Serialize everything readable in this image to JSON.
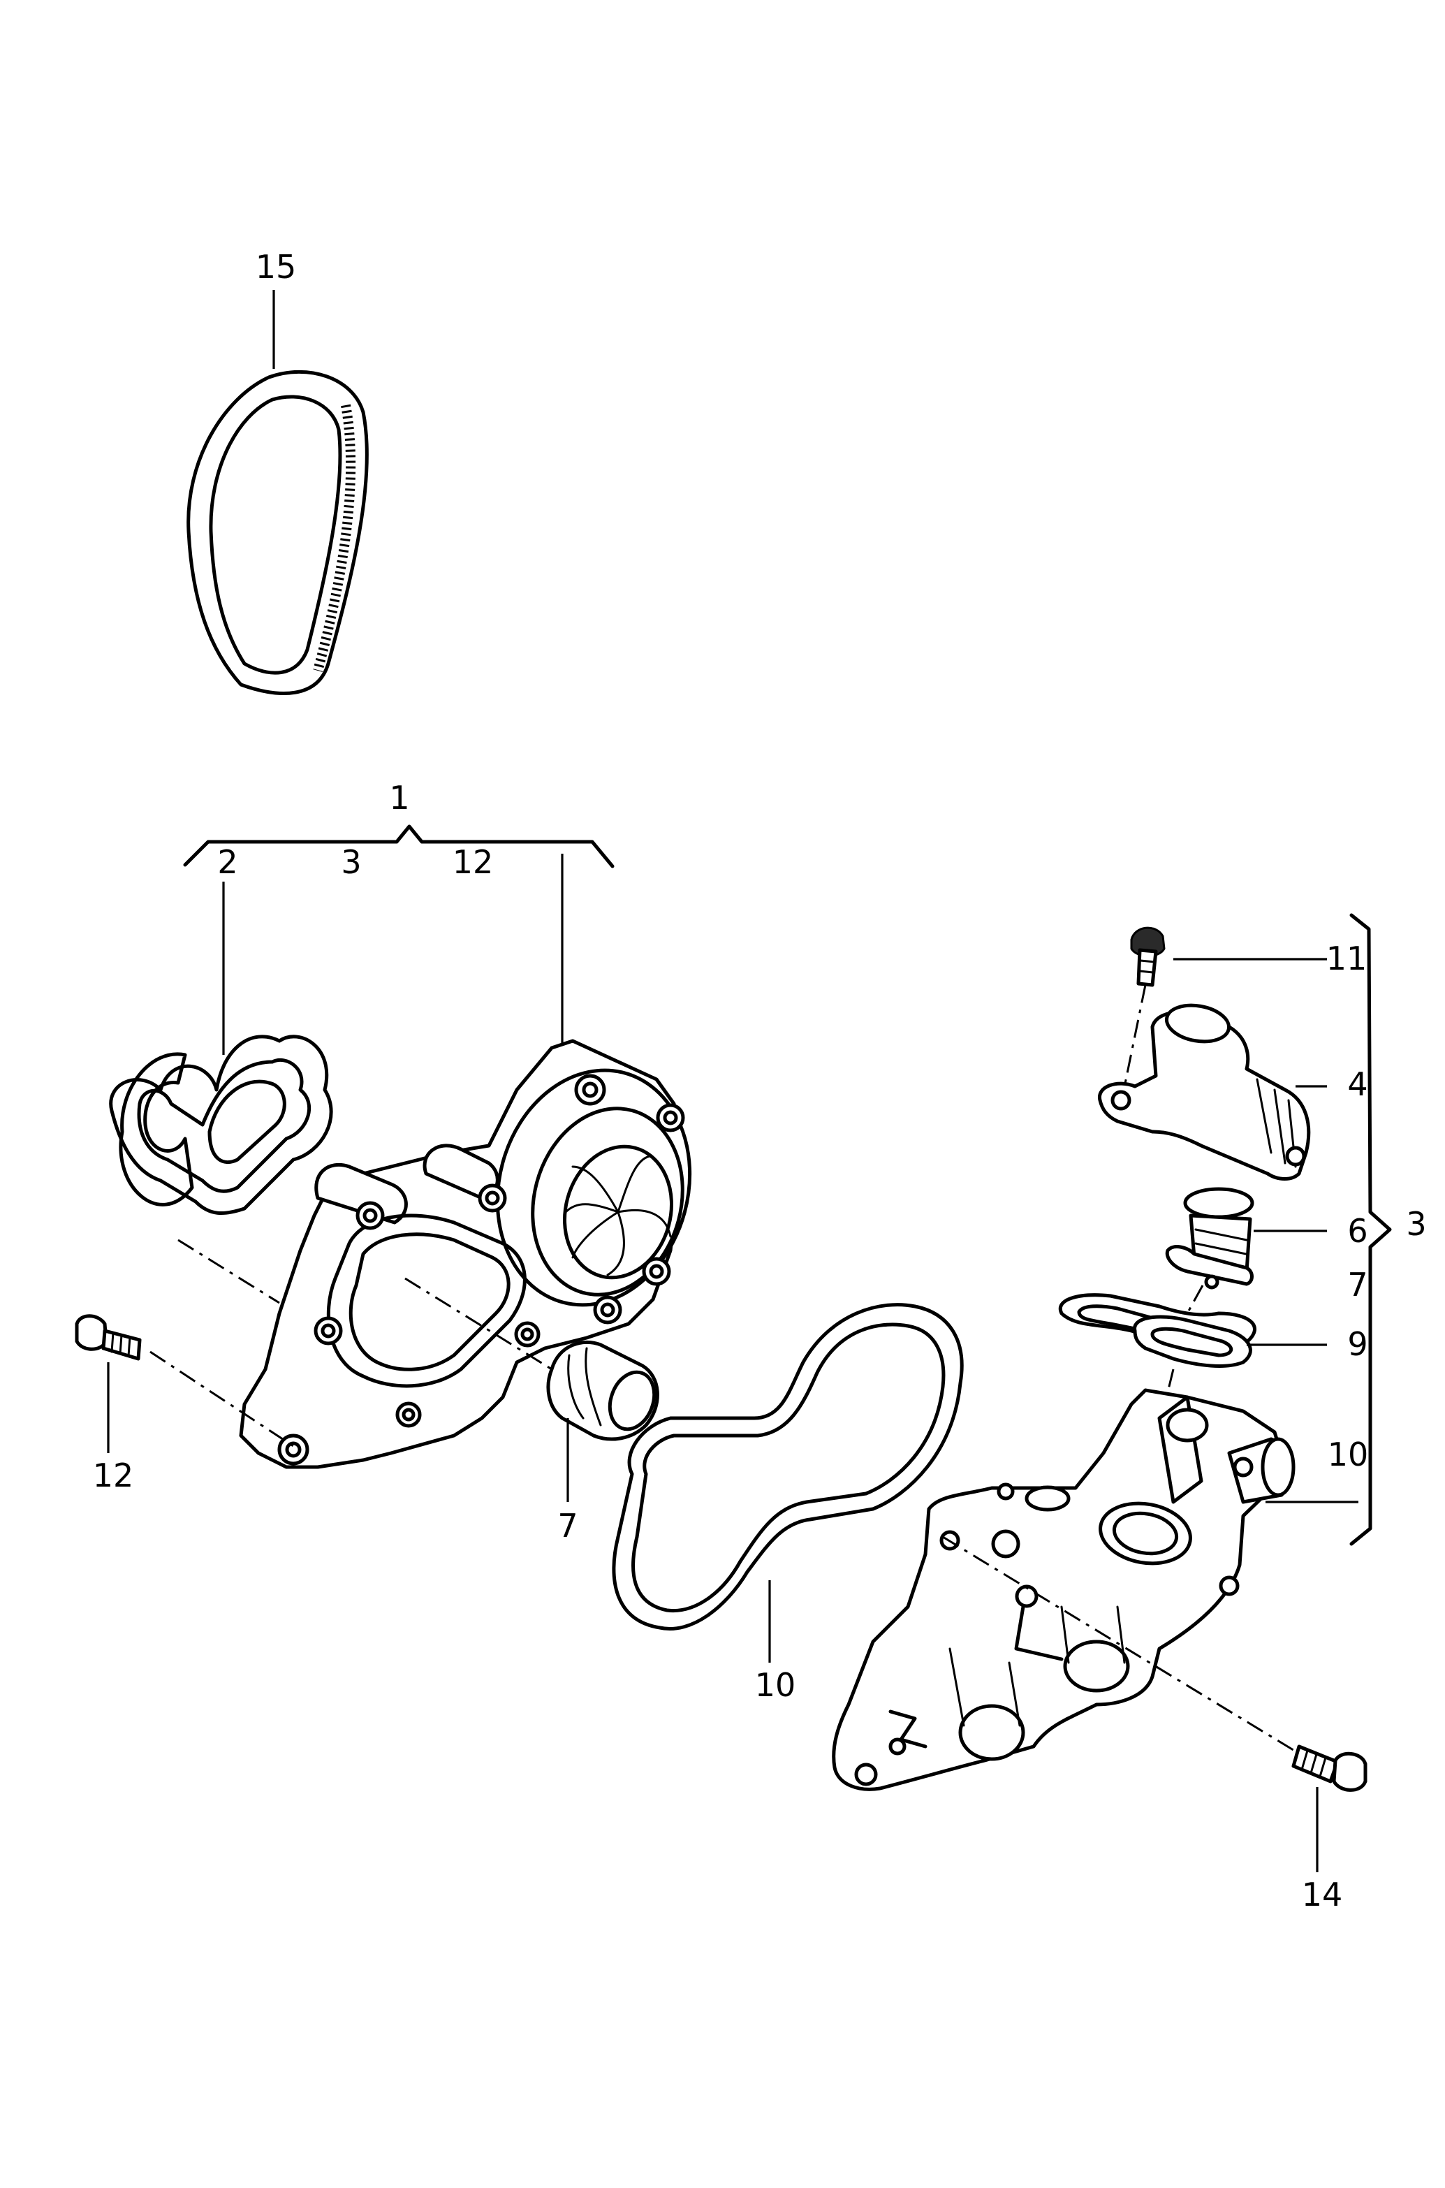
{
  "callouts": {
    "belt": "15",
    "kit_group": "1",
    "kit_gasket": "2",
    "kit_pump": "3",
    "kit_bolt": "12",
    "housing_group": "3",
    "bolt_top": "11",
    "flange": "4",
    "thermostat": "6",
    "seal_ring_right": "7",
    "gasket_small": "9",
    "housing_right": "10",
    "bolt_left": "12",
    "seal_ring_left": "7",
    "gasket_large": "10",
    "bolt_bottom": "14"
  }
}
